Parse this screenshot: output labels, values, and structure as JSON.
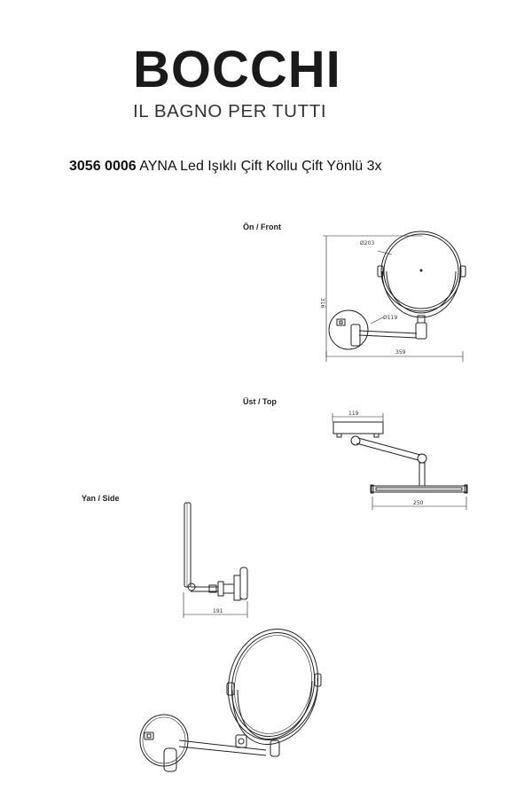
{
  "brand": {
    "name": "BOCCHI",
    "tagline": "IL BAGNO PER TUTTI"
  },
  "product": {
    "code": "3056 0006",
    "name": "AYNA Led Işıklı Çift Kollu Çift Yönlü 3x"
  },
  "views": {
    "front": {
      "label": "Ön / Front",
      "dim_mirror_diameter": "Ø203",
      "dim_wall_plate_diameter": "Ø119",
      "dim_height": "316",
      "dim_width": "359"
    },
    "top": {
      "label": "Üst / Top",
      "dim_plate": "119",
      "dim_width": "250"
    },
    "side": {
      "label": "Yan / Side",
      "dim_depth": "191"
    }
  }
}
